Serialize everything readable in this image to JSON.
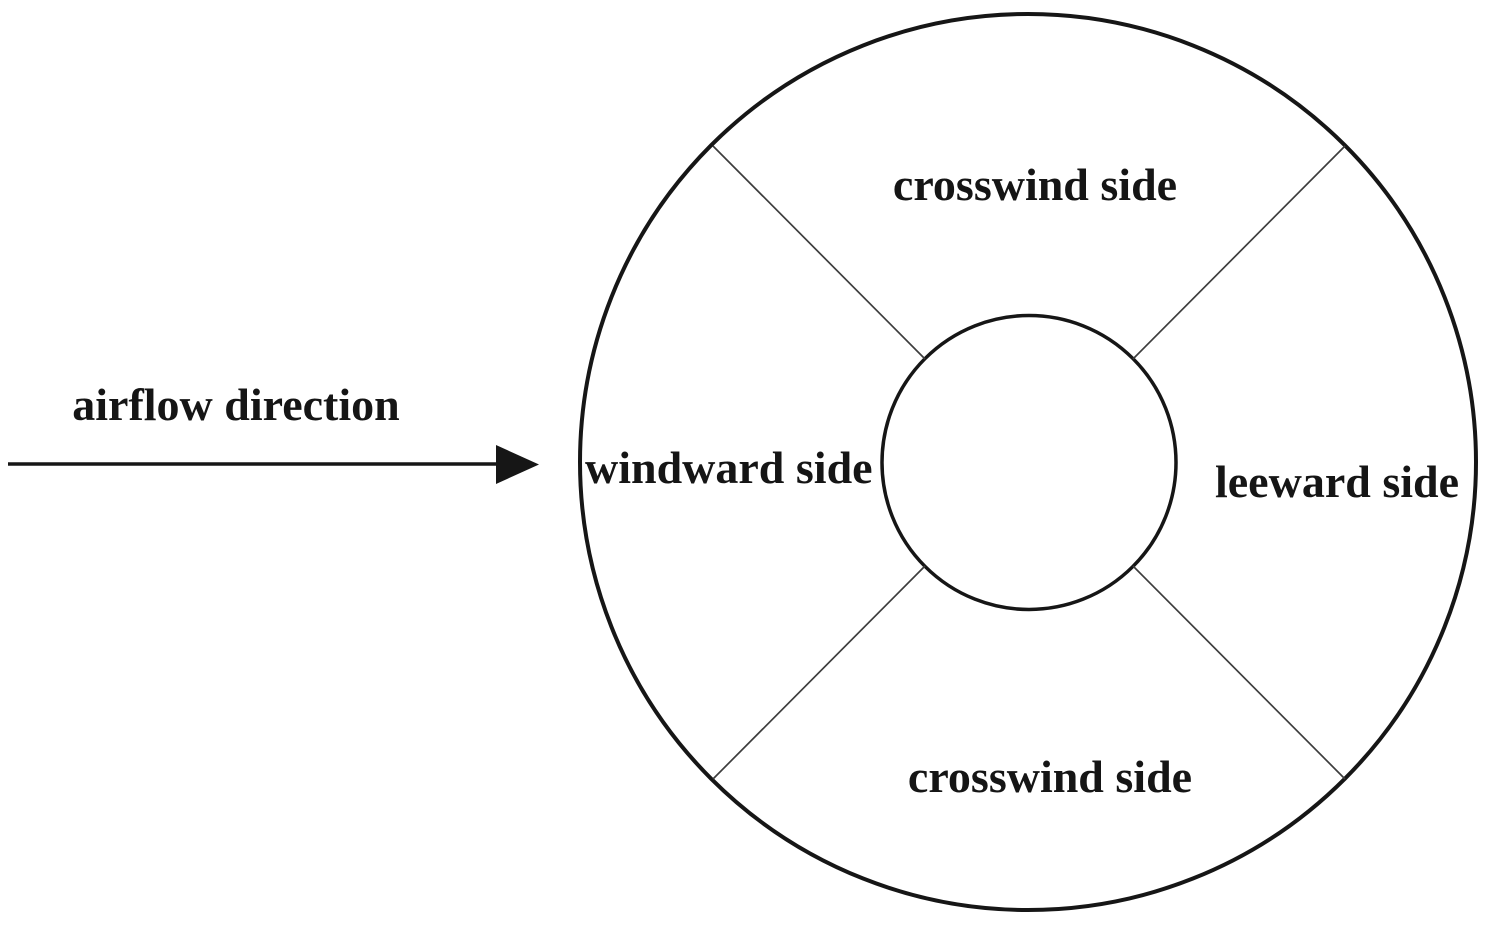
{
  "diagram": {
    "title_implicit": "cylinder cross-section airflow regions",
    "arrow_label": "airflow direction",
    "sectors": {
      "top": "crosswind side",
      "right": "leeward side",
      "bottom": "crosswind side",
      "left": "windward side"
    },
    "colors": {
      "background": "#ffffff",
      "stroke": "#161616",
      "divider": "#3d3d3d",
      "text": "#151515"
    }
  }
}
